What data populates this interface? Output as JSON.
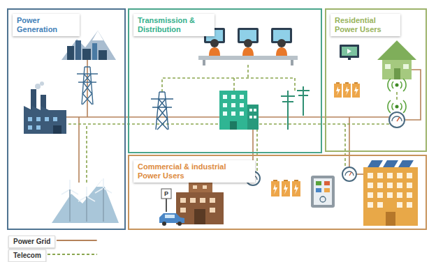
{
  "diagram": {
    "nodes": [
      {
        "text": [
          "Power Generation"
        ]
      },
      {
        "text": [
          "Transmission & Distribution"
        ]
      },
      {
        "text": [
          "Residential Power Users"
        ]
      },
      {
        "text": [
          "Commercial & industrial Power Users"
        ]
      }
    ],
    "labels": [
      "P"
    ],
    "legend": [
      {
        "text": "Power Grid"
      },
      {
        "text": "Telecom"
      }
    ]
  }
}
